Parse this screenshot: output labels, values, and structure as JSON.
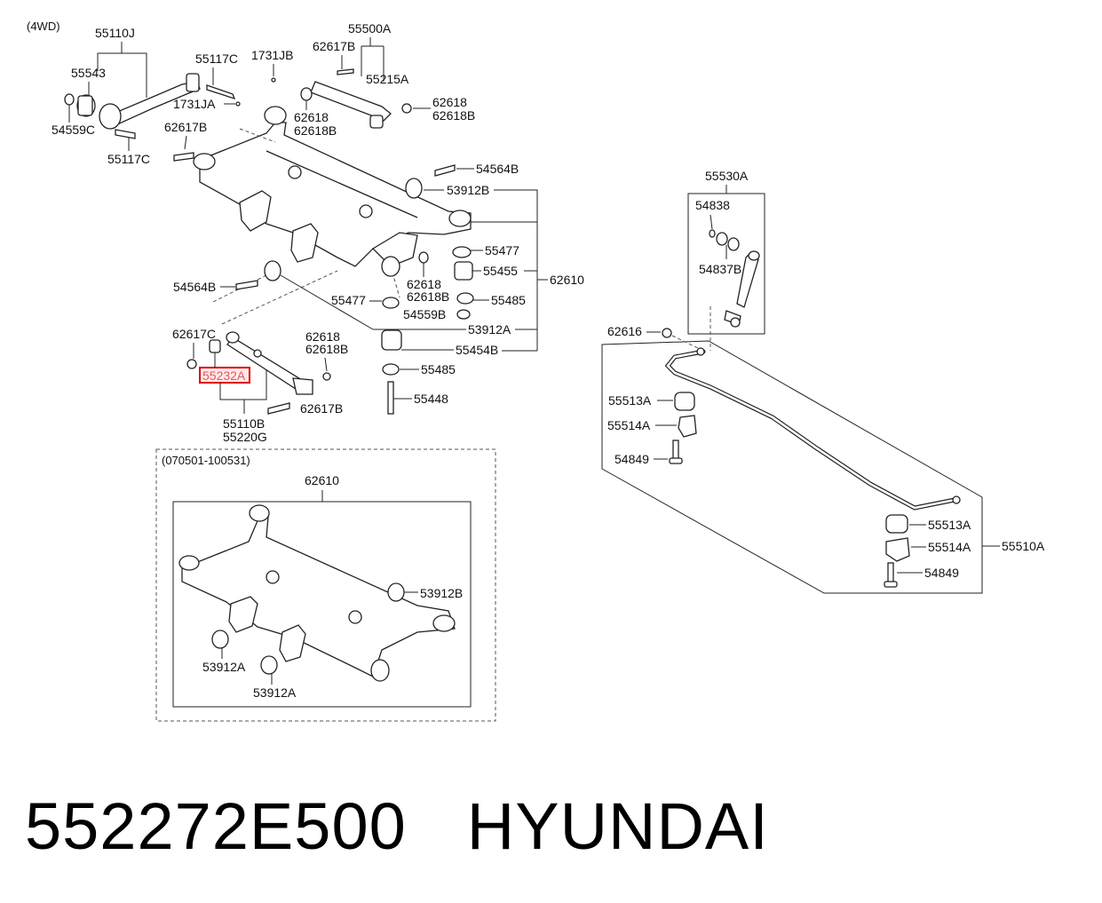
{
  "variant_note": "(4WD)",
  "inset_note": "(070501-100531)",
  "labels": {
    "l55110J": "55110J",
    "l55543": "55543",
    "l54559C": "54559C",
    "l55117C_a": "55117C",
    "l55117C_b": "55117C",
    "l1731JB": "1731JB",
    "l1731JA": "1731JA",
    "l62617B_a": "62617B",
    "l55500A": "55500A",
    "l62617B_b": "62617B",
    "l55215A": "55215A",
    "l62618_a": "62618",
    "l62618B_a": "62618B",
    "l62618_b": "62618",
    "l62618B_b": "62618B",
    "l54564B_a": "54564B",
    "l53912B_a": "53912B",
    "l55477_a": "55477",
    "l55455": "55455",
    "l62610_a": "62610",
    "l54564B_b": "54564B",
    "l62618_c": "62618",
    "l62618B_c": "62618B",
    "l55477_b": "55477",
    "l55485_a": "55485",
    "l54559B": "54559B",
    "l53912A_a": "53912A",
    "l62617C": "62617C",
    "l62618_d": "62618",
    "l62618B_d": "62618B",
    "l55454B": "55454B",
    "l55232A": "55232A",
    "l55485_b": "55485",
    "l62617B_c": "62617B",
    "l55448": "55448",
    "l55110B": "55110B",
    "l55220G": "55220G",
    "l62610_b": "62610",
    "l53912B_b": "53912B",
    "l53912A_b": "53912A",
    "l53912A_c": "53912A",
    "l55530A": "55530A",
    "l54838": "54838",
    "l54837B": "54837B",
    "l62616": "62616",
    "l55513A_a": "55513A",
    "l55514A_a": "55514A",
    "l54849_a": "54849",
    "l55513A_b": "55513A",
    "l55514A_b": "55514A",
    "l55510A": "55510A",
    "l54849_b": "54849"
  },
  "highlight": {
    "part": "55232A",
    "color": "#d00000"
  },
  "footer": {
    "part_number": "552272E500",
    "brand": "HYUNDAI"
  }
}
